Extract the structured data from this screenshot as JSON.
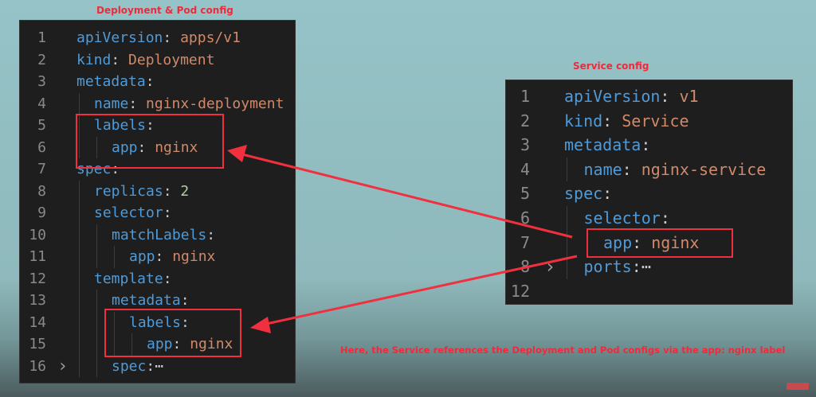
{
  "captions": {
    "deployment": "Deployment & Pod config",
    "service": "Service config",
    "note": "Here, the Service references the Deployment and Pod configs via the app: nginx label"
  },
  "deployment": {
    "lines": [
      {
        "n": "1",
        "indent": 0,
        "key": "apiVersion",
        "val": "apps/v1"
      },
      {
        "n": "2",
        "indent": 0,
        "key": "kind",
        "val": "Deployment"
      },
      {
        "n": "3",
        "indent": 0,
        "key": "metadata",
        "val": ""
      },
      {
        "n": "4",
        "indent": 1,
        "key": "name",
        "val": "nginx-deployment"
      },
      {
        "n": "5",
        "indent": 1,
        "key": "labels",
        "val": ""
      },
      {
        "n": "6",
        "indent": 2,
        "key": "app",
        "val": "nginx"
      },
      {
        "n": "7",
        "indent": 0,
        "key": "spec",
        "val": ""
      },
      {
        "n": "8",
        "indent": 1,
        "key": "replicas",
        "val": "2",
        "num": true
      },
      {
        "n": "9",
        "indent": 1,
        "key": "selector",
        "val": ""
      },
      {
        "n": "10",
        "indent": 2,
        "key": "matchLabels",
        "val": ""
      },
      {
        "n": "11",
        "indent": 3,
        "key": "app",
        "val": "nginx"
      },
      {
        "n": "12",
        "indent": 1,
        "key": "template",
        "val": ""
      },
      {
        "n": "13",
        "indent": 2,
        "key": "metadata",
        "val": ""
      },
      {
        "n": "14",
        "indent": 3,
        "key": "labels",
        "val": ""
      },
      {
        "n": "15",
        "indent": 4,
        "key": "app",
        "val": "nginx"
      },
      {
        "n": "16",
        "indent": 2,
        "key": "spec",
        "val": "",
        "folded": true
      }
    ]
  },
  "service": {
    "lines": [
      {
        "n": "1",
        "indent": 0,
        "key": "apiVersion",
        "val": "v1"
      },
      {
        "n": "2",
        "indent": 0,
        "key": "kind",
        "val": "Service"
      },
      {
        "n": "3",
        "indent": 0,
        "key": "metadata",
        "val": ""
      },
      {
        "n": "4",
        "indent": 1,
        "key": "name",
        "val": "nginx-service"
      },
      {
        "n": "5",
        "indent": 0,
        "key": "spec",
        "val": ""
      },
      {
        "n": "6",
        "indent": 1,
        "key": "selector",
        "val": ""
      },
      {
        "n": "7",
        "indent": 2,
        "key": "app",
        "val": "nginx"
      },
      {
        "n": "8",
        "indent": 1,
        "key": "ports",
        "val": "",
        "folded": true
      },
      {
        "n": "12",
        "indent": 0,
        "key": "",
        "val": ""
      }
    ]
  },
  "colors": {
    "highlight": "#f0303f",
    "key": "#4f9bd9",
    "value": "#d2896a"
  }
}
